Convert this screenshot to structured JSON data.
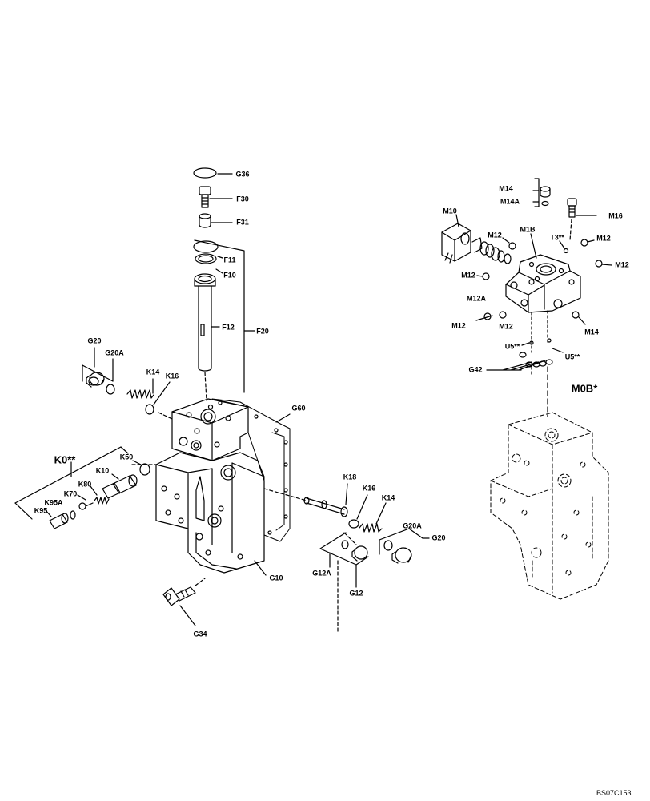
{
  "labels": {
    "g36": "G36",
    "f30": "F30",
    "f31": "F31",
    "f11": "F11",
    "f10": "F10",
    "f12": "F12",
    "f20": "F20",
    "g20_left": "G20",
    "g20a_left": "G20A",
    "k14_left": "K14",
    "k16_left": "K16",
    "g60": "G60",
    "k0": "K0**",
    "k50": "K50",
    "k10": "K10",
    "k80": "K80",
    "k70": "K70",
    "k95a": "K95A",
    "k95": "K95",
    "k18": "K18",
    "k16_right": "K16",
    "k14_right": "K14",
    "g20a_right": "G20A",
    "g20_right": "G20",
    "g10": "G10",
    "g12a": "G12A",
    "g12": "G12",
    "g34": "G34",
    "m14_top": "M14",
    "m14a": "M14A",
    "m16": "M16",
    "m10": "M10",
    "m12_a": "M12",
    "m1b": "M1B",
    "t3": "T3**",
    "m12_b": "M12",
    "m12_c": "M12",
    "m12_d": "M12",
    "m12a": "M12A",
    "m12_e": "M12",
    "m12_f": "M12",
    "m14_bottom": "M14",
    "u5_left": "U5**",
    "u5_right": "U5**",
    "g42": "G42",
    "m0b": "M0B*"
  },
  "reference": "BS07C153"
}
